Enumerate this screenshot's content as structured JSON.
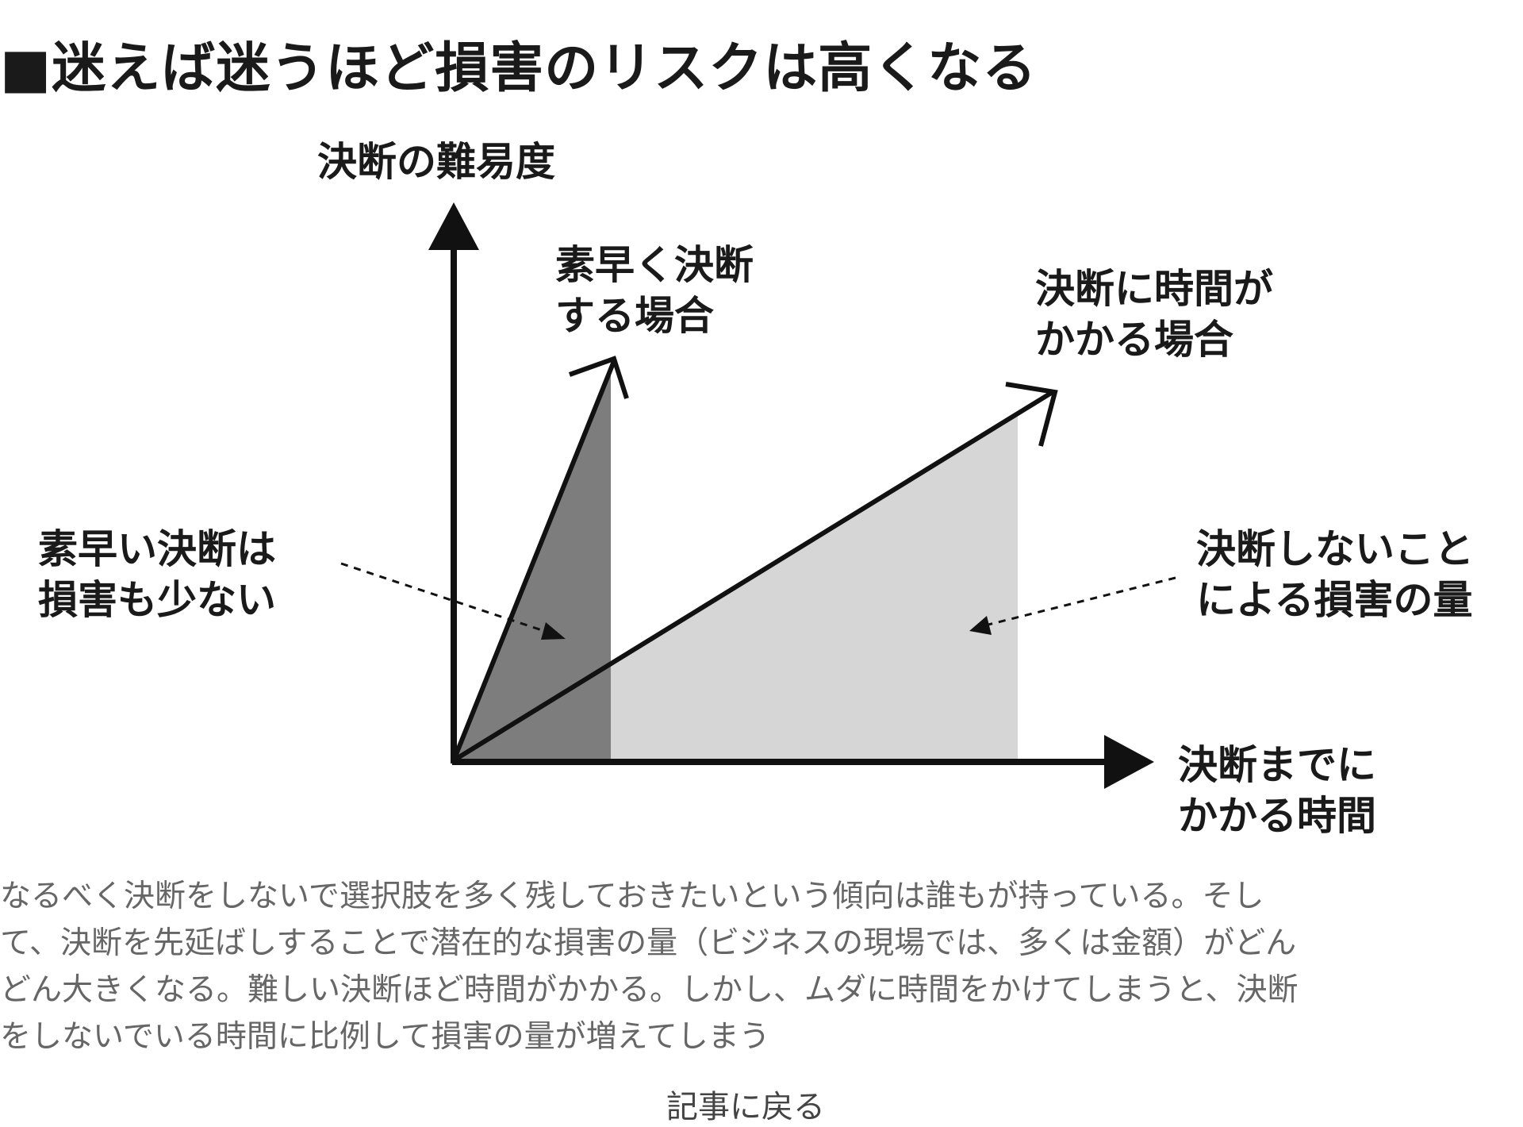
{
  "title": "■迷えば迷うほど損害のリスクは高くなる",
  "diagram": {
    "y_axis_label": "決断の難易度",
    "x_axis_label": [
      "決断までに",
      "かかる時間"
    ],
    "fast_arrow_label": [
      "素早く決断",
      "する場合"
    ],
    "slow_arrow_label": [
      "決断に時間が",
      "かかる場合"
    ],
    "fast_area_label": [
      "素早い決断は",
      "損害も少ない"
    ],
    "slow_area_label": [
      "決断しないこと",
      "による損害の量"
    ],
    "colors": {
      "fast_area": "#7d7d7d",
      "slow_area": "#d6d6d6",
      "line": "#111111"
    }
  },
  "caption": [
    "なるべく決断をしないで選択肢を多く残しておきたいという傾向は誰もが持っている。そし",
    "て、決断を先延ばしすることで潜在的な損害の量（ビジネスの現場では、多くは金額）がどん",
    "どん大きくなる。難しい決断ほど時間がかかる。しかし、ムダに時間をかけてしまうと、決断",
    "をしないでいる時間に比例して損害の量が増えてしまう"
  ],
  "footer": "記事に戻る"
}
